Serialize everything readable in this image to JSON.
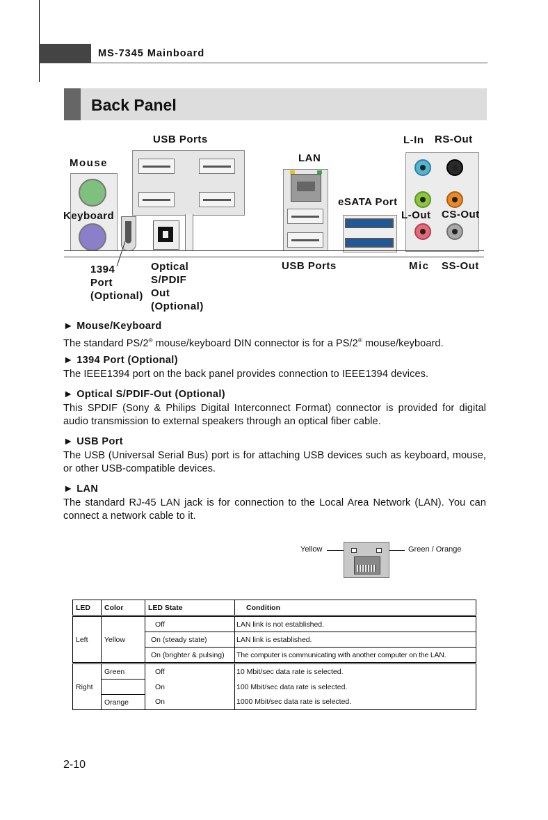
{
  "header": {
    "running_title": "MS-7345 Mainboard"
  },
  "section": {
    "title": "Back Panel"
  },
  "figure": {
    "mouse": "Mouse",
    "keyboard": "Keyboard",
    "usb_ports_top": "USB Ports",
    "lan": "LAN",
    "esata": "eSATA Port",
    "l_in": "L-In",
    "rs_out": "RS-Out",
    "l_out": "L-Out",
    "cs_out": "CS-Out",
    "p1394": [
      "1394",
      "Port",
      "(Optional)"
    ],
    "optical": [
      "Optical",
      "S/PDIF",
      "Out",
      "(Optional)"
    ],
    "usb_ports_bottom": "USB Ports",
    "mic": "Mic",
    "ss_out": "SS-Out",
    "jack_colors": {
      "l_in": "#54b4d4",
      "rs_out": "#2a2a2a",
      "l_out": "#8cc63e",
      "cs_out": "#e88a2a",
      "mic": "#e46a7a",
      "ss_out": "#a8a8a8"
    }
  },
  "items": [
    {
      "title": "Mouse/Keyboard",
      "body_pre": "The standard PS/2",
      "reg1": "®",
      "body_mid": " mouse/keyboard DIN connector is for a PS/2",
      "reg2": "®",
      "body_post": " mouse/keyboard."
    },
    {
      "title": "1394 Port (Optional)",
      "body": "The IEEE1394 port on the back panel provides connection to IEEE1394 devices."
    },
    {
      "title": "Optical S/PDIF-Out (Optional)",
      "body": "This SPDIF (Sony & Philips Digital Interconnect Format) connector is provided for digital audio transmission to external speakers through an optical fiber cable."
    },
    {
      "title": "USB Port",
      "body": "The USB (Universal Serial Bus) port is for attaching USB devices such as keyboard, mouse, or other USB-compatible devices."
    },
    {
      "title": "LAN",
      "body": "The standard RJ-45 LAN jack is for connection to the Local Area Network (LAN). You can connect a network cable to it."
    }
  ],
  "lan_diagram": {
    "left_label": "Yellow",
    "right_label": "Green / Orange"
  },
  "table": {
    "headers": [
      "LED",
      "Color",
      "LED State",
      "Condition"
    ],
    "left": {
      "led": "Left",
      "color": "Yellow",
      "rows": [
        {
          "state": "Off",
          "condition": "LAN link is not established."
        },
        {
          "state": "On (steady state)",
          "condition": "LAN link is established."
        },
        {
          "state": "On (brighter & pulsing)",
          "condition": "The computer is communicating with another computer on the LAN."
        }
      ]
    },
    "right": {
      "led": "Right",
      "rows": [
        {
          "color": "Green",
          "state": "Off",
          "condition": "10 Mbit/sec data rate is selected."
        },
        {
          "color": "",
          "state": "On",
          "condition": "100 Mbit/sec data rate is selected."
        },
        {
          "color": "Orange",
          "state": "On",
          "condition": "1000 Mbit/sec data rate is selected."
        }
      ]
    }
  },
  "page_number": "2-10"
}
